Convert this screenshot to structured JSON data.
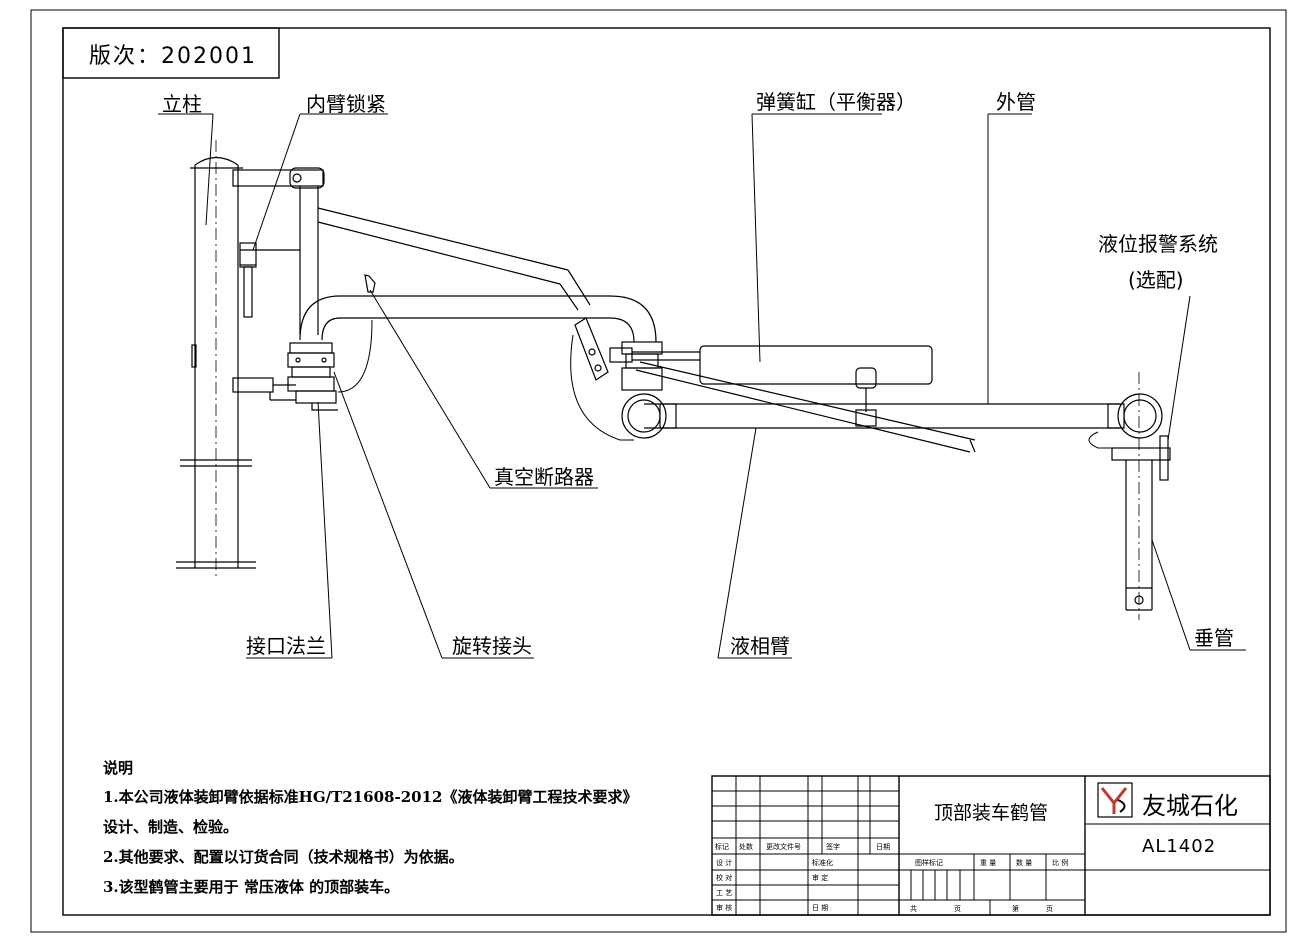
{
  "version": "版次：202001",
  "labels": {
    "column": "立柱",
    "inner_arm_lock": "内臂锁紧",
    "spring_cylinder": "弹簧缸（平衡器）",
    "outer_pipe": "外管",
    "level_alarm": "液位报警系统",
    "level_alarm_optional": "(选配)",
    "vacuum_breaker": "真空断路器",
    "flange": "接口法兰",
    "swivel_joint": "旋转接头",
    "liquid_arm": "液相臂",
    "drop_pipe": "垂管"
  },
  "notes": {
    "title": "说明",
    "line1": "1.本公司液体装卸臂依据标准HG/T21608-2012《液体装卸臂工程技术要求》",
    "line2": "设计、制造、检验。",
    "line3": "2.其他要求、配置以订货合同（技术规格书）为依据。",
    "line4": "3.该型鹤管主要用于 常压液体 的顶部装车。"
  },
  "title_block": {
    "drawing_title": "顶部装车鹤管",
    "company": "友城石化",
    "drawing_number": "AL1402",
    "row_marks": [
      "标记",
      "处数",
      "更改文件号",
      "签字",
      "日期"
    ],
    "design": "设 计",
    "standardize": "标准化",
    "check": "校 对",
    "review": "审 定",
    "process": "工 艺",
    "approve": "审 核",
    "date": "日 期",
    "stage_mark": "图样标记",
    "weight": "重 量",
    "qty": "数 量",
    "scale": "比 例",
    "total": "共",
    "page": "页",
    "sheet": "第",
    "sheet_page": "页"
  }
}
